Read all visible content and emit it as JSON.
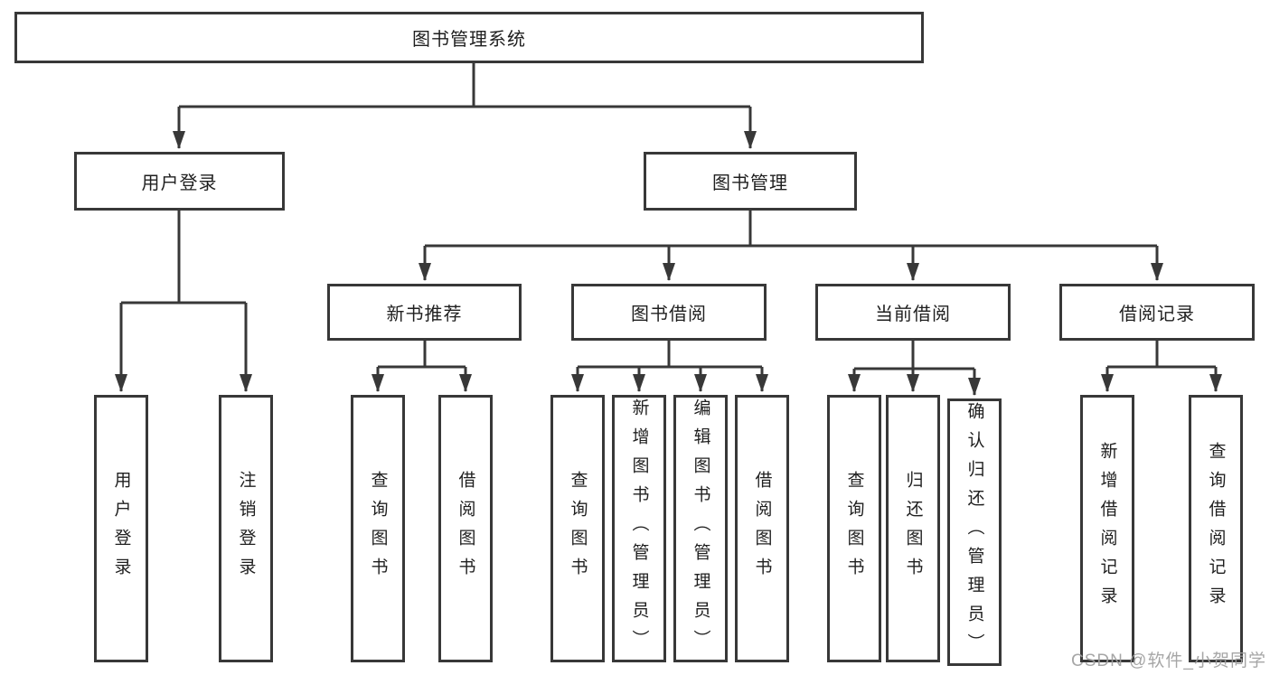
{
  "diagram": {
    "root": {
      "label": "图书管理系统"
    },
    "branches": [
      {
        "label": "用户登录",
        "leaves": [
          "用户登录",
          "注销登录"
        ]
      },
      {
        "label": "图书管理",
        "groups": [
          {
            "label": "新书推荐",
            "leaves": [
              "查询图书",
              "借阅图书"
            ]
          },
          {
            "label": "图书借阅",
            "leaves": [
              "查询图书",
              "新增图书（管理员）",
              "编辑图书（管理员）",
              "借阅图书"
            ]
          },
          {
            "label": "当前借阅",
            "leaves": [
              "查询图书",
              "归还图书",
              "确认归还（管理员）"
            ]
          },
          {
            "label": "借阅记录",
            "leaves": [
              "新增借阅记录",
              "查询借阅记录"
            ]
          }
        ]
      }
    ]
  },
  "watermark": {
    "text": "CSDN @软件_小贺同学"
  },
  "colors": {
    "line": "#383838",
    "box_border": "#383838",
    "box_fill": "#ffffff",
    "text": "#1f1f1f",
    "watermark": "#9e9e9e",
    "background": "#ffffff"
  }
}
